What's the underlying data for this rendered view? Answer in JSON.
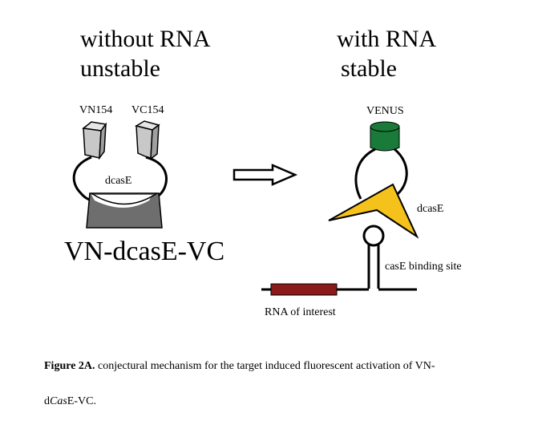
{
  "left_panel": {
    "title_line1": "without RNA",
    "title_line2": "unstable",
    "label_vn": "VN154",
    "label_vc": "VC154",
    "label_dcase": "dcasE",
    "construct_name": "VN-dcasE-VC"
  },
  "right_panel": {
    "title_line1": "with RNA",
    "title_line2": "stable",
    "label_venus": "VENUS",
    "label_dcase": "dcasE",
    "label_binding_site": "casE binding site",
    "label_rna": "RNA of interest"
  },
  "caption": {
    "bold_prefix": "Figure 2A.",
    "text_line1": " conjectural mechanism for the target induced fluorescent activation of VN-",
    "line2_prefix": "d",
    "line2_italic": "Cas",
    "line2_suffix": "E-VC."
  },
  "colors": {
    "venus_green": "#1a7a3a",
    "dcase_yellow": "#f5c21b",
    "rna_red": "#8b1a1a",
    "dcase_gray": "#6e6e6e",
    "fragment_gray": "#c8c8c8"
  }
}
